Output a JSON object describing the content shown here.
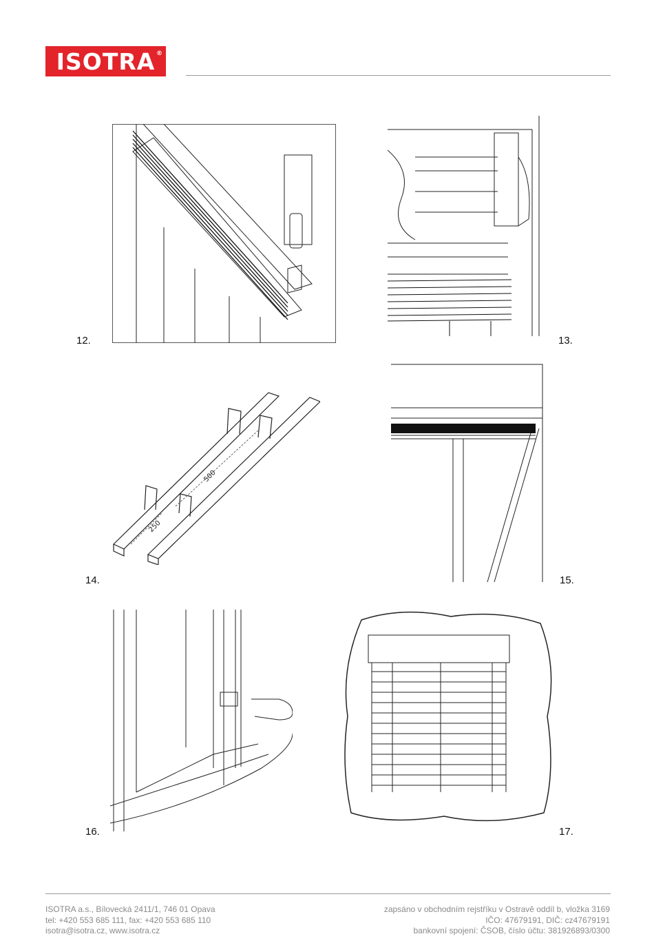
{
  "brand": {
    "logo_text": "ISOTRA",
    "reg_mark": "®",
    "accent": "#e3242b"
  },
  "figures": {
    "f12": "12.",
    "f13": "13.",
    "f14": "14.",
    "f15": "15.",
    "f16": "16.",
    "f17": "17.",
    "f14_dim_a": "250",
    "f14_dim_b": "500"
  },
  "footer": {
    "left": [
      "ISOTRA a.s., Bílovecká 2411/1, 746 01 Opava",
      "tel: +420 553 685 111, fax: +420 553 685 110",
      "isotra@isotra.cz, www.isotra.cz"
    ],
    "right": [
      "zapsáno v obchodním rejstříku v Ostravě oddíl b, vložka 3169",
      "IČO: 47679191, DIČ: cz47679191",
      "bankovní spojení: ČSOB, číslo účtu: 381926893/0300"
    ]
  }
}
